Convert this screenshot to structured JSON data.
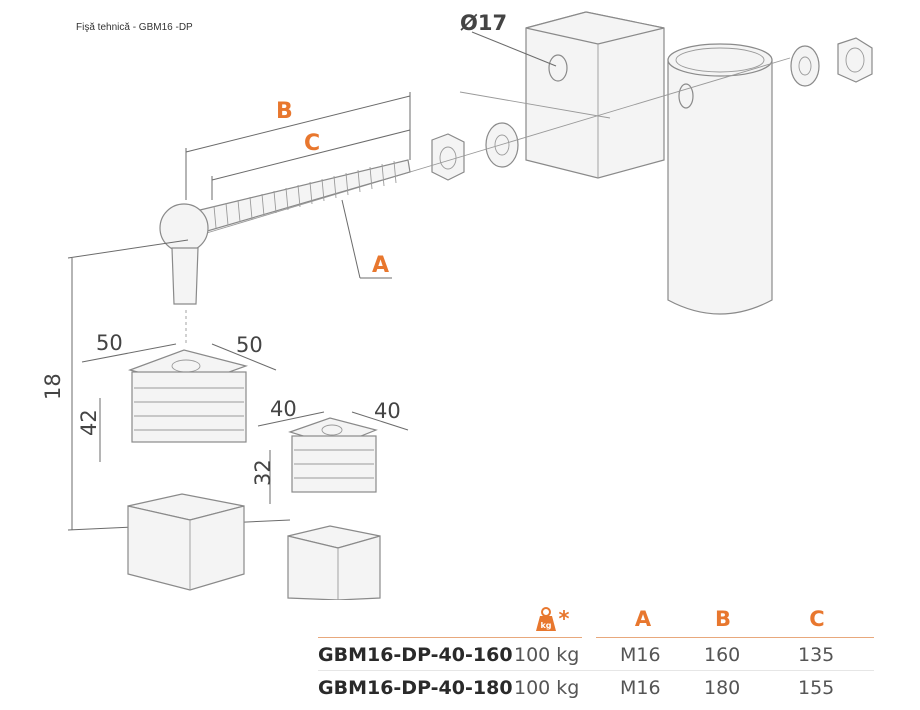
{
  "header": {
    "title": "Fişă tehnică - GBM16 -DP"
  },
  "drawing": {
    "dims": {
      "hole_diameter": "Ø17",
      "label_a": "A",
      "label_b": "B",
      "label_c": "C",
      "height_total": "18",
      "cap_large_w": "50",
      "cap_large_d": "50",
      "cap_large_h": "42",
      "cap_small_w": "40",
      "cap_small_d": "40",
      "cap_small_h": "32"
    }
  },
  "spec_table": {
    "columns": {
      "a": "A",
      "b": "B",
      "c": "C",
      "weight_star": "*",
      "weight_icon": "weight-icon",
      "weight_icon_text": "kg"
    },
    "accent": "#e8772e",
    "rows": [
      {
        "code": "GBM16-DP-40-160",
        "load": "100 kg",
        "a": "M16",
        "b": "160",
        "c": "135"
      },
      {
        "code": "GBM16-DP-40-180",
        "load": "100 kg",
        "a": "M16",
        "b": "180",
        "c": "155"
      }
    ]
  }
}
